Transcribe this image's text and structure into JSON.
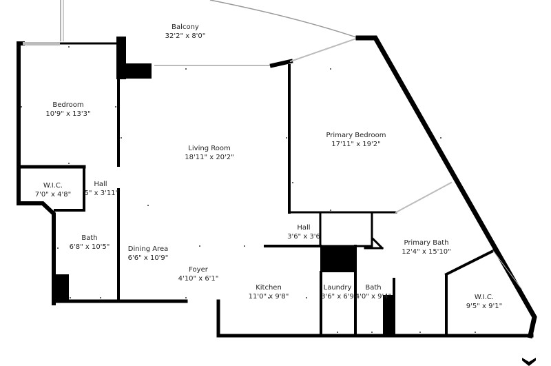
{
  "rooms": {
    "balcony": {
      "name": "Balcony",
      "dims": "32'2\" x 8'0\""
    },
    "bedroom": {
      "name": "Bedroom",
      "dims": "10'9\" x 13'3\""
    },
    "living_room": {
      "name": "Living Room",
      "dims": "18'11\" x 20'2\""
    },
    "primary_bedroom": {
      "name": "Primary Bedroom",
      "dims": "17'11\" x 19'2\""
    },
    "wic_left": {
      "name": "W.I.C.",
      "dims": "7'0\" x 4'8\""
    },
    "hall_left": {
      "name": "Hall",
      "dims": "'5\" x 3'11\""
    },
    "bath_left": {
      "name": "Bath",
      "dims": "6'8\" x 10'5\""
    },
    "dining_area": {
      "name": "Dining Area",
      "dims": "6'6\" x 10'9\""
    },
    "hall_center": {
      "name": "Hall",
      "dims": "3'6\" x 3'6"
    },
    "primary_bath": {
      "name": "Primary Bath",
      "dims": "12'4\" x 15'10\""
    },
    "foyer": {
      "name": "Foyer",
      "dims": "4'10\" x 6'1\""
    },
    "kitchen": {
      "name": "Kitchen",
      "dims": "11'0\" x 9'8\""
    },
    "laundry": {
      "name": "Laundry",
      "dims": "3'6\" x 6'9"
    },
    "bath_center": {
      "name": "Bath",
      "dims": "4'0\" x 9'4\""
    },
    "wic_right": {
      "name": "W.I.C.",
      "dims": "9'5\" x 9'1\""
    }
  },
  "colors": {
    "wall": "#000000",
    "window": "#bbbbbb",
    "text": "#222222"
  }
}
